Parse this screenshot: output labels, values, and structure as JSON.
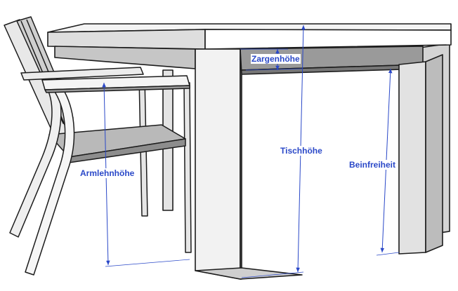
{
  "labels": {
    "zargenhoehe": "Zargenhöhe",
    "tischhoehe": "Tischhöhe",
    "beinfreiheit": "Beinfreiheit",
    "armlehnhoehe": "Armlehnhöhe"
  },
  "colors": {
    "dimension": "#2a48c8",
    "outline": "#1c1c1c",
    "face_light": "#ffffff",
    "face_mid": "#dcdcdc",
    "face_dark": "#b4b4b4",
    "face_darker": "#8f8f8f"
  }
}
